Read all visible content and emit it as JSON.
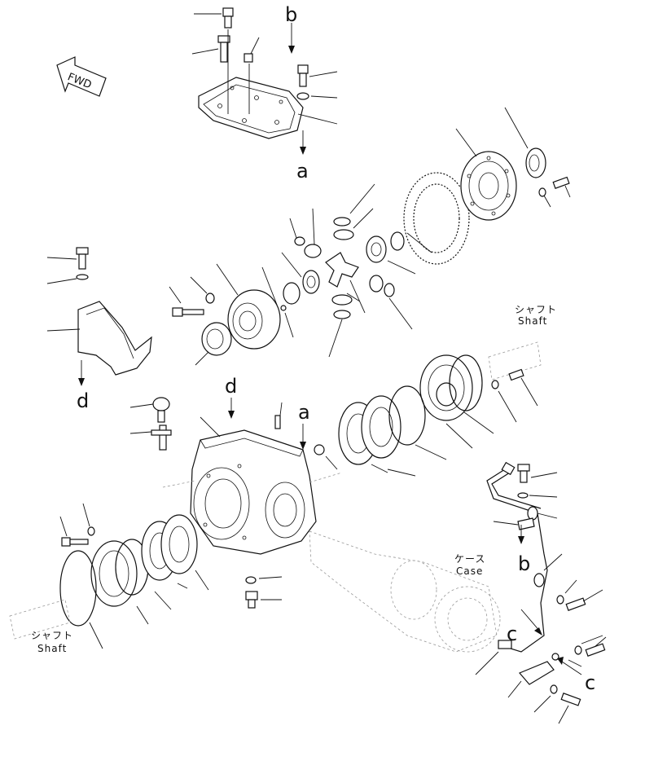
{
  "title": "",
  "labels": {
    "fwd": "FWD",
    "ref_a_top": "a",
    "ref_a_mid": "a",
    "ref_b_top": "b",
    "ref_b_right": "b",
    "ref_c_left": "c",
    "ref_c_right": "c",
    "ref_d_left": "d",
    "ref_d_mid": "d",
    "shaft_right_jp": "シャフト",
    "shaft_right_en": "Shaft",
    "shaft_left_jp": "シャフト",
    "shaft_left_en": "Shaft",
    "case_jp": "ケース",
    "case_en": "Case"
  }
}
